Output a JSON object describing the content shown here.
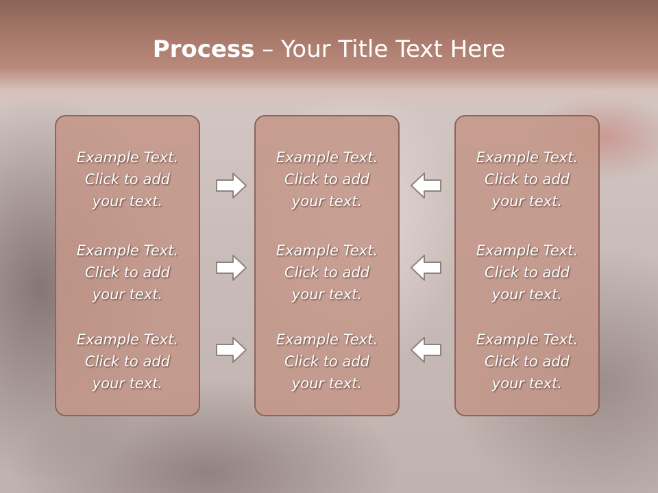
{
  "slide": {
    "title_bold": "Process",
    "title_rest": " – Your Title Text Here",
    "colors": {
      "title_band": "#a97a6b",
      "panel_fill": "#c49688",
      "panel_border": "#8c645a",
      "text": "#ffffff"
    }
  },
  "columns": [
    {
      "items": [
        {
          "lines": [
            "Example Text.",
            "Click  to add",
            "your text."
          ]
        },
        {
          "lines": [
            "Example Text.",
            "Click  to add",
            "your text."
          ]
        },
        {
          "lines": [
            "Example Text.",
            "Click  to add",
            "your text."
          ]
        }
      ]
    },
    {
      "items": [
        {
          "lines": [
            "Example Text.",
            "Click  to add",
            "your text."
          ]
        },
        {
          "lines": [
            "Example Text.",
            "Click  to add",
            "your text."
          ]
        },
        {
          "lines": [
            "Example Text.",
            "Click  to add",
            "your text."
          ]
        }
      ]
    },
    {
      "items": [
        {
          "lines": [
            "Example Text.",
            "Click  to add",
            "your text."
          ]
        },
        {
          "lines": [
            "Example Text.",
            "Click  to add",
            "your text."
          ]
        },
        {
          "lines": [
            "Example Text.",
            "Click  to add",
            "your text."
          ]
        }
      ]
    }
  ],
  "arrows": {
    "left_column": "right-arrow-icon",
    "right_column": "left-arrow-icon"
  }
}
